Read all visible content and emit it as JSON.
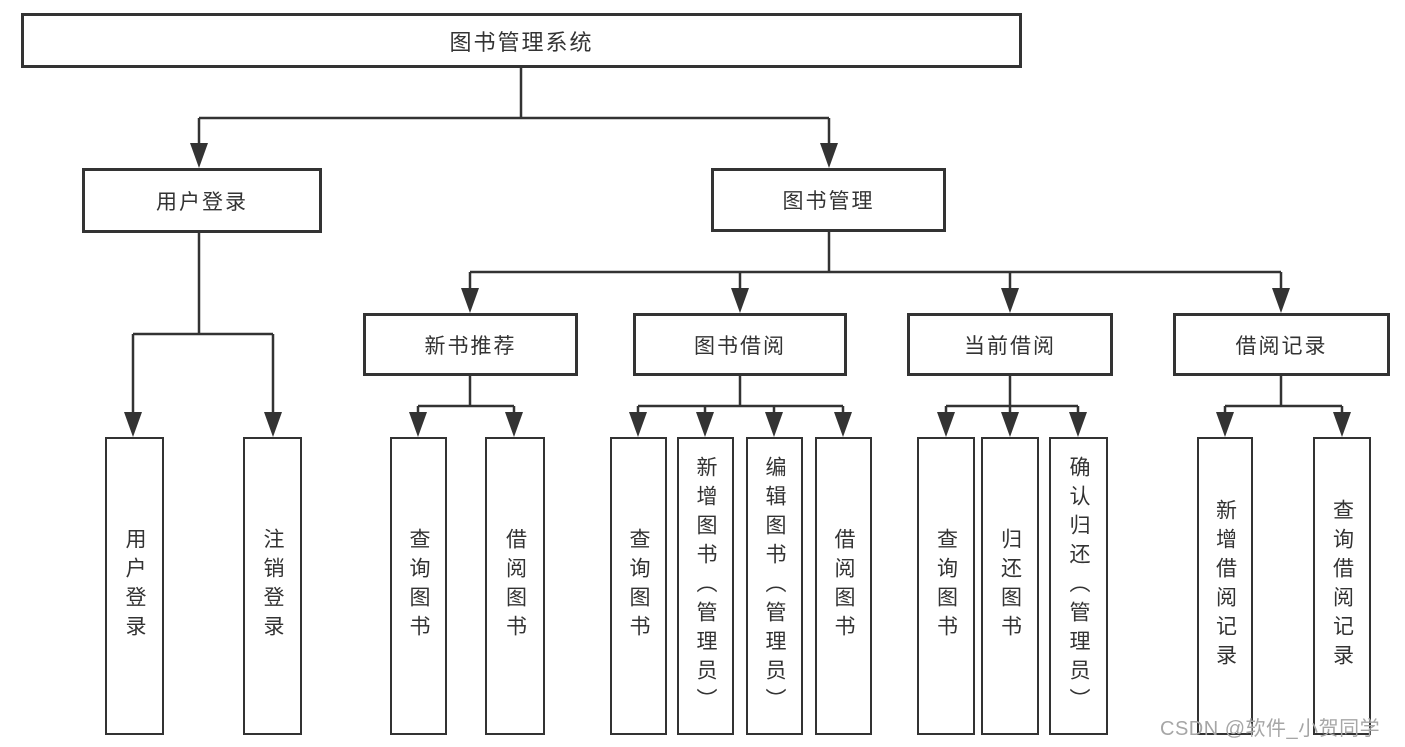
{
  "tree": {
    "root": {
      "label": "图书管理系统"
    },
    "branches": [
      {
        "label": "用户登录",
        "children": [
          {
            "label": "用户登录"
          },
          {
            "label": "注销登录"
          }
        ]
      },
      {
        "label": "图书管理",
        "sections": [
          {
            "label": "新书推荐",
            "children": [
              {
                "label": "查询图书"
              },
              {
                "label": "借阅图书"
              }
            ]
          },
          {
            "label": "图书借阅",
            "children": [
              {
                "label": "查询图书"
              },
              {
                "label": "新增图书（管理员）"
              },
              {
                "label": "编辑图书（管理员）"
              },
              {
                "label": "借阅图书"
              }
            ]
          },
          {
            "label": "当前借阅",
            "children": [
              {
                "label": "查询图书"
              },
              {
                "label": "归还图书"
              },
              {
                "label": "确认归还（管理员）"
              }
            ]
          },
          {
            "label": "借阅记录",
            "children": [
              {
                "label": "新增借阅记录"
              },
              {
                "label": "查询借阅记录"
              }
            ]
          }
        ]
      }
    ]
  },
  "watermark": {
    "text": "CSDN @软件_小贺同学"
  },
  "colors": {
    "line": "#333333",
    "box_border": "#333333",
    "text": "#333333",
    "watermark": "#a6a6a6",
    "background": "#ffffff"
  }
}
